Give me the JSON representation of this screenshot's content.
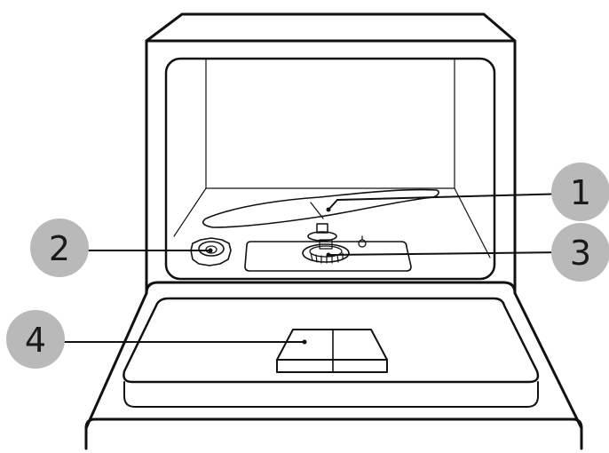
{
  "colors": {
    "outline": "#111111",
    "callout_fill": "#b9b9b9",
    "background": "#ffffff"
  },
  "callouts": [
    {
      "label": "1",
      "target": "spray-arm"
    },
    {
      "label": "2",
      "target": "rinse-aid-cap"
    },
    {
      "label": "3",
      "target": "filter"
    },
    {
      "label": "4",
      "target": "detergent-dispenser"
    }
  ]
}
